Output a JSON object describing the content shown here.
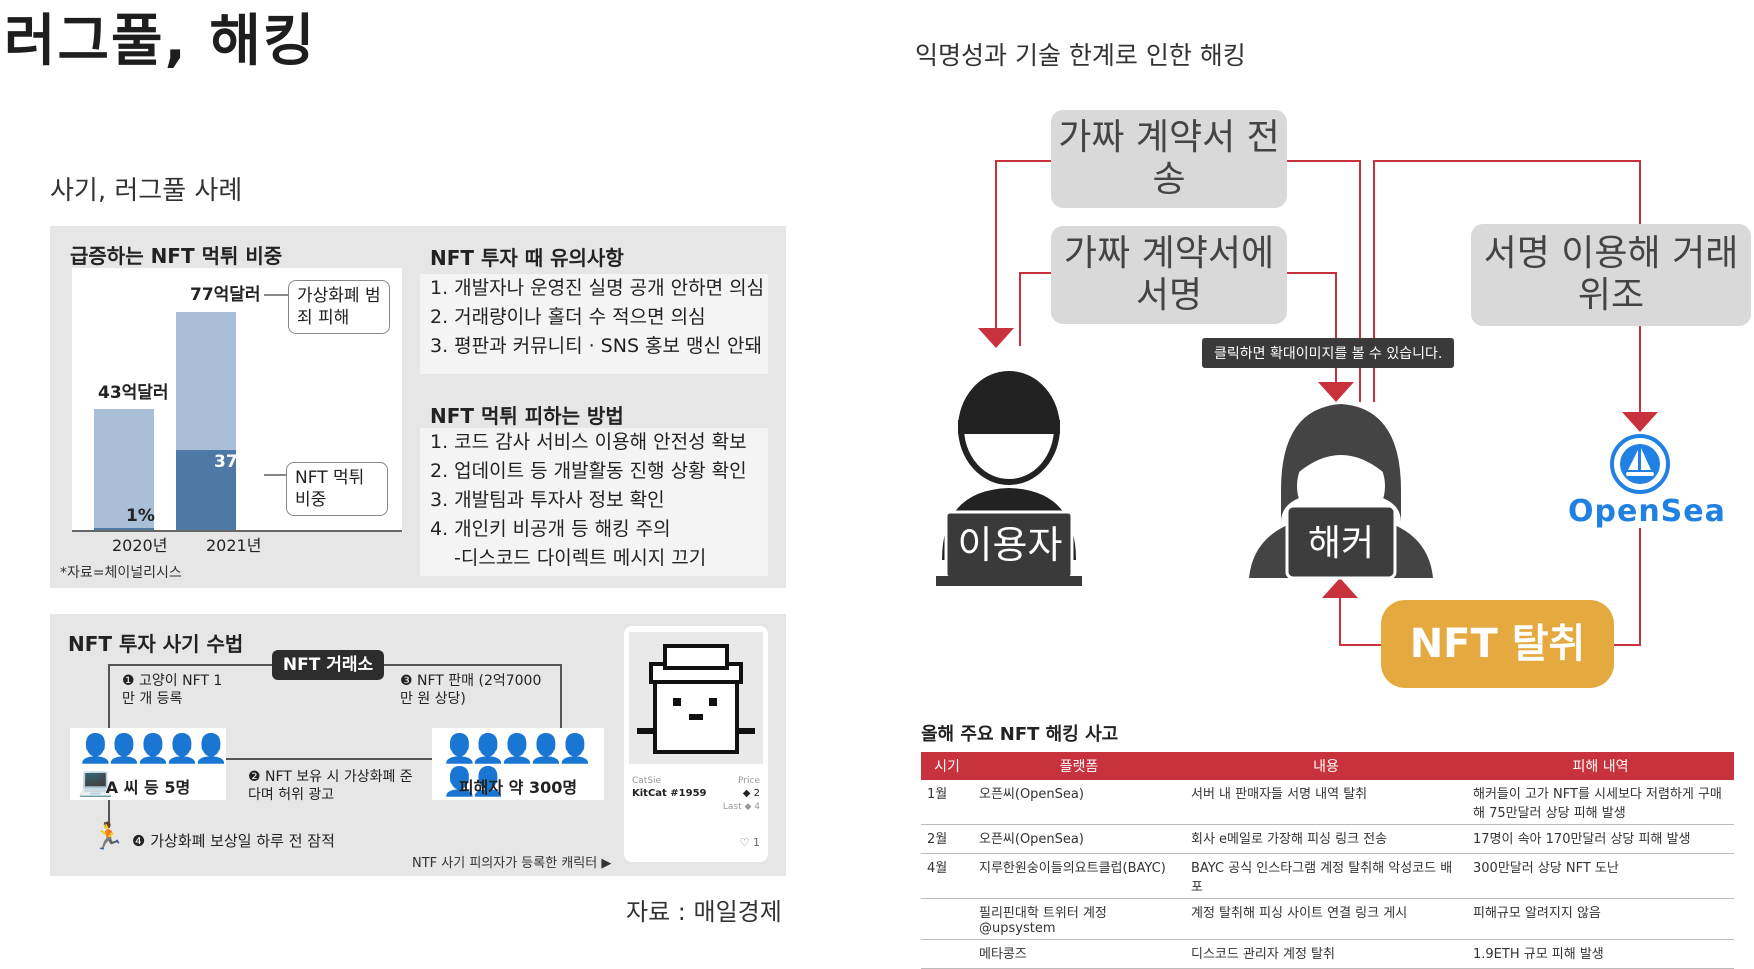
{
  "page": {
    "title": "러그풀, 해킹",
    "left_subtitle": "사기, 러그풀 사례",
    "right_subtitle": "익명성과 기술 한계로 인한 해킹",
    "source": "자료 : 매일경제"
  },
  "infographic_top": {
    "chart_title": "급증하는 NFT 먹튀 비중",
    "bars": [
      {
        "year": "2020년",
        "total_label": "43억달러",
        "total": 43,
        "share_label": "1%",
        "share": 1
      },
      {
        "year": "2021년",
        "total_label": "77억달러",
        "total": 77,
        "share_label": "37%",
        "share": 37
      }
    ],
    "callout_crypto": "가상화폐 범죄 피해",
    "callout_nft": "NFT 먹튀 비중",
    "source_note": "*자료=체이널리시스",
    "caution_title": "NFT 투자 때 유의사항",
    "caution_items": [
      "1. 개발자나 운영진 실명 공개 안하면 의심",
      "2. 거래량이나 홀더 수 적으면 의심",
      "3. 평판과 커뮤니티 · SNS 홍보 맹신 안돼"
    ],
    "avoid_title": "NFT 먹튀 피하는 방법",
    "avoid_items": [
      "1. 코드 감사 서비스 이용해 안전성 확보",
      "2. 업데이트 등 개발활동 진행 상황 확인",
      "3. 개발팀과 투자사 정보 확인",
      "4. 개인키 비공개 등 해킹 주의",
      "-디스코드 다이렉트 메시지 끄기"
    ]
  },
  "infographic_bottom": {
    "title": "NFT 투자 사기 수법",
    "exchange": "NFT 거래소",
    "step1": "❶ 고양이 NFT 1만 개 등록",
    "step2": "❷ NFT 보유 시 가상화폐 준다며 허위 광고",
    "step3": "❸ NFT 판매 (2억7000만 원 상당)",
    "step4": "❹ 가상화폐 보상일 하루 전 잠적",
    "perpetrators": "A 씨 등 5명",
    "victims": "피해자 약 300명",
    "card_caption": "NTF 사기 피의자가 등록한 캐릭터 ▶",
    "card_name_label": "CatSie",
    "card_name": "KitCat #1959",
    "card_price_label": "Price",
    "card_price": "◆ 2",
    "card_last": "Last ◆ 4",
    "card_likes": "♡ 1"
  },
  "diagram": {
    "box_fake_contract_send": "가짜 계약서 전송",
    "box_fake_contract_sign": "가짜 계약서에 서명",
    "box_forge_trade": "서명 이용해 거래 위조",
    "tooltip": "클릭하면 확대이미지를 볼 수 있습니다.",
    "user_label": "이용자",
    "hacker_label": "해커",
    "opensea_label": "OpenSea",
    "theft_label": "NFT 탈취"
  },
  "hack_table": {
    "title": "올해 주요 NFT 해킹 사고",
    "headers": [
      "시기",
      "플랫폼",
      "내용",
      "피해 내역"
    ],
    "rows": [
      [
        "1월",
        "오픈씨(OpenSea)",
        "서버 내 판매자들 서명 내역 탈취",
        "해커들이 고가 NFT를 시세보다 저렴하게 구매해 75만달러 상당 피해 발생"
      ],
      [
        "2월",
        "오픈씨(OpenSea)",
        "회사 e메일로 가장해 피싱 링크 전송",
        "17명이 속아 170만달러 상당 피해 발생"
      ],
      [
        "4월",
        "지루한원숭이들의요트클럽(BAYC)",
        "BAYC 공식 인스타그램 계정 탈취해 악성코드 배포",
        "300만달러 상당 NFT 도난"
      ],
      [
        "",
        "필리핀대학 트위터 계정 @upsystem",
        "계정 탈취해 피싱 사이트 연결 링크 게시",
        "피해규모 알려지지 않음"
      ],
      [
        "",
        "메타콩즈",
        "디스코드 관리자 계정 탈취",
        "1.9ETH 규모 피해 발생"
      ]
    ]
  },
  "colors": {
    "accent_red": "#c8323c",
    "theft_orange": "#e4a93f",
    "bar_light": "#a9bfd8",
    "bar_dark": "#4e78a6",
    "opensea_blue": "#2081e2"
  }
}
